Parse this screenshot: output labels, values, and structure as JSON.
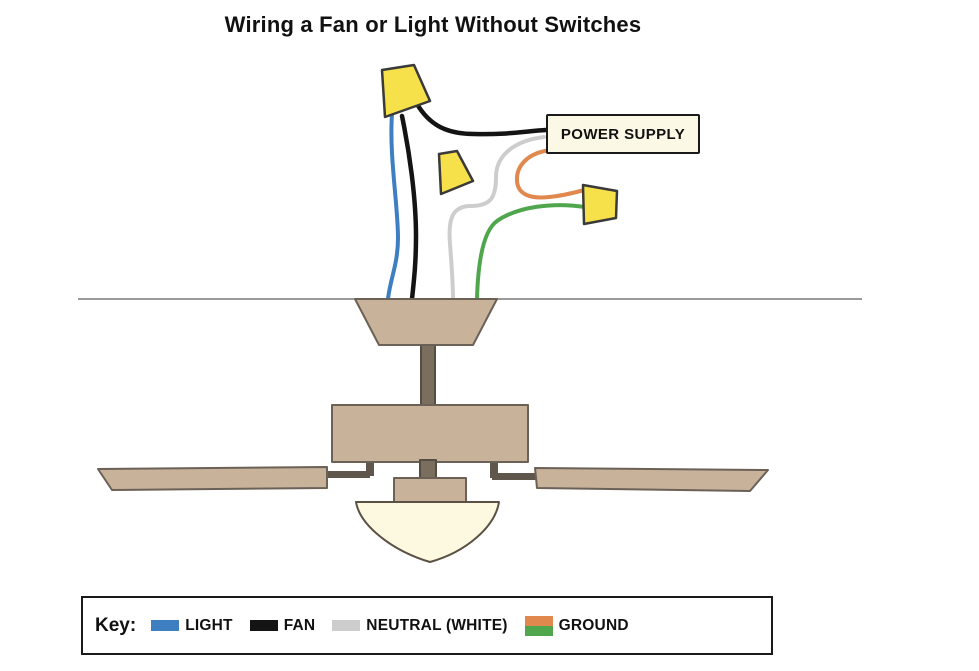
{
  "title": "Wiring a Fan or Light Without Switches",
  "diagram": {
    "power_supply_label": "POWER SUPPLY"
  },
  "colors": {
    "light_wire": "#3d7fc1",
    "fan_wire": "#141414",
    "neutral_wire": "#cdcdcd",
    "ground_orange": "#e0884d",
    "ground_green": "#4fa64d",
    "wire_nut": "#f7e14b",
    "wire_nut_border": "#3a3a3a",
    "fan_body": "#c8b29a",
    "fan_body_border": "#6b6157",
    "downrod": "#7a6f5f",
    "downrod_border": "#544d42",
    "arm": "#5f574c",
    "globe": "#fcf9e0",
    "globe_border": "#5a5043",
    "label_bg": "#fbf8e6",
    "ceiling_line": "#9b9b9b"
  },
  "key": {
    "label": "Key:",
    "items": [
      {
        "label": "LIGHT"
      },
      {
        "label": "FAN"
      },
      {
        "label": "NEUTRAL (WHITE)"
      },
      {
        "label": "GROUND"
      }
    ]
  }
}
